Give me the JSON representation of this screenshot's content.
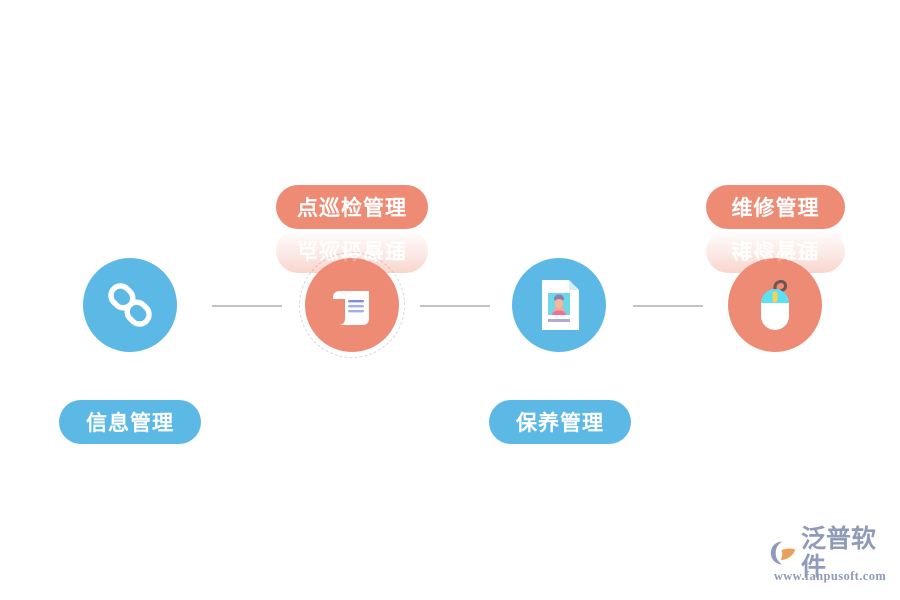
{
  "page": {
    "background_color": "#ffffff",
    "accent_blue": "#5cb8e5",
    "accent_coral": "#ee8b74",
    "connector_color": "#bfc3c6"
  },
  "diagram": {
    "type": "horizontal-process-flow",
    "nodes": [
      {
        "id": "info-management",
        "label": "信息管理",
        "label_position": "below",
        "circle_color": "#5cb8e5",
        "pill_color": "#5cb8e5",
        "icon": "chain-link-icon",
        "dashed_ring": false,
        "reflection": false
      },
      {
        "id": "inspection-management",
        "label": "点巡检管理",
        "label_position": "above",
        "circle_color": "#ee8b74",
        "pill_color": "#ee8b74",
        "icon": "scroll-document-icon",
        "dashed_ring": true,
        "reflection": true
      },
      {
        "id": "maintenance-management",
        "label": "保养管理",
        "label_position": "below",
        "circle_color": "#5cb8e5",
        "pill_color": "#5cb8e5",
        "icon": "id-card-icon",
        "dashed_ring": false,
        "reflection": false
      },
      {
        "id": "repair-management",
        "label": "维修管理",
        "label_position": "above",
        "circle_color": "#ee8b74",
        "pill_color": "#ee8b74",
        "icon": "computer-mouse-icon",
        "dashed_ring": false,
        "reflection": true
      }
    ],
    "connectors": [
      {
        "from": "info-management",
        "to": "inspection-management"
      },
      {
        "from": "inspection-management",
        "to": "maintenance-management"
      },
      {
        "from": "maintenance-management",
        "to": "repair-management"
      }
    ]
  },
  "watermark": {
    "brand_name": "泛普软件",
    "url": "www.fanpusoft.com",
    "color": "#8f9bb8",
    "mark": "fanpu-logo-icon"
  }
}
